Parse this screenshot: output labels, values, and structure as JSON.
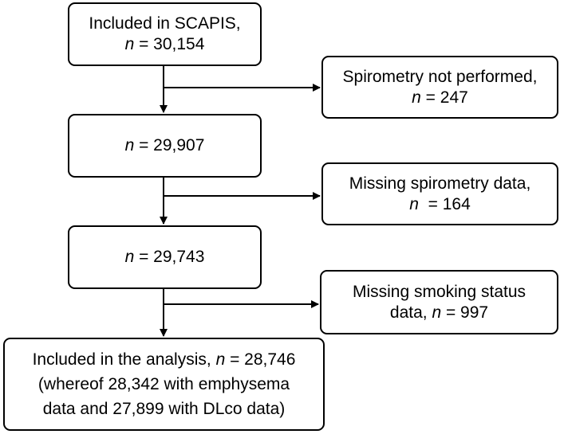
{
  "boxes": {
    "included_scapis": {
      "line1": "Included in SCAPIS,",
      "n_symbol": "n",
      "n_text": " = 30,154"
    },
    "spirometry_not_performed": {
      "line1": "Spirometry not performed,",
      "n_symbol": "n",
      "n_text": " = 247"
    },
    "after_spirometry": {
      "n_symbol": "n",
      "n_text": " = 29,907"
    },
    "missing_spirometry": {
      "line1": "Missing spirometry data,",
      "n_symbol": "n",
      "n_text": "  = 164"
    },
    "after_missing_spirometry": {
      "n_symbol": "n",
      "n_text": " = 29,743"
    },
    "missing_smoking": {
      "line1": "Missing smoking status",
      "line2_prefix": "data, ",
      "n_symbol": "n",
      "n_text": " = 997"
    },
    "included_analysis": {
      "line1_prefix": "Included in the analysis, ",
      "n_symbol": "n",
      "n_text": " = 28,746",
      "line2": "(whereof 28,342 with emphysema",
      "line3": "data and 27,899 with DLco data)"
    }
  }
}
